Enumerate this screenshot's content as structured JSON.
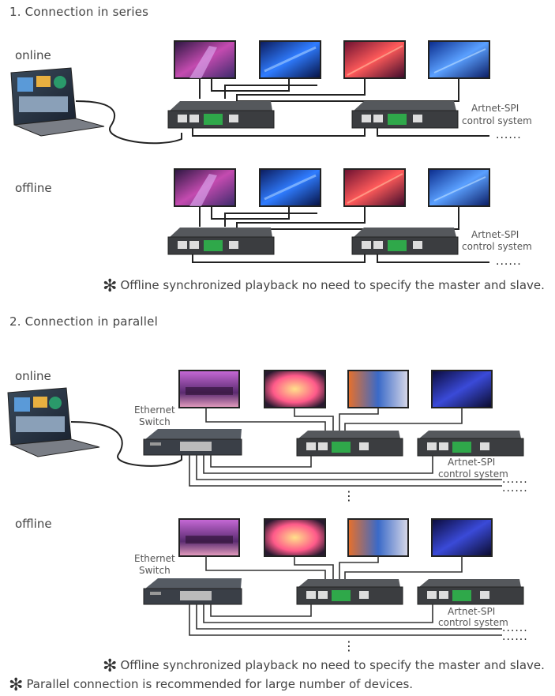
{
  "sections": {
    "series_title": "1. Connection in series",
    "parallel_title": "2. Connection in parallel"
  },
  "modes": {
    "online": "online",
    "offline": "offline"
  },
  "labels": {
    "controller_line1": "Artnet-SPI",
    "controller_line2": "control system",
    "switch_line1": "Ethernet",
    "switch_line2": "Switch",
    "continuation": "......",
    "vertical_dots": "⋮"
  },
  "notes": {
    "offline_sync": "Offline synchronized playback no need to specify the master and slave.",
    "parallel_recommend": "Parallel connection is recommended for large number of devices.",
    "star": "✻"
  },
  "colors": {
    "controller_body": "#3b3d40",
    "terminal_green": "#2fa84a",
    "switch_body": "#3a3f47",
    "screen_dark": "#1b1e2e"
  }
}
